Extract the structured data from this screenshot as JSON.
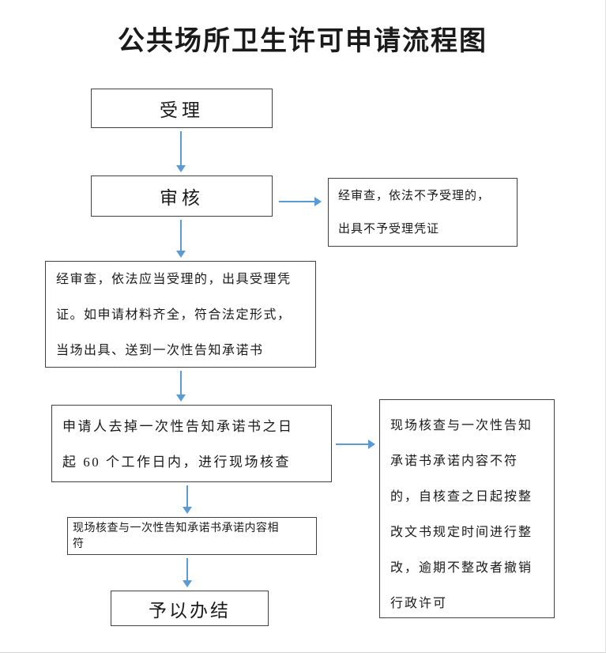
{
  "title": "公共场所卫生许可申请流程图",
  "colors": {
    "arrow": "#5b9bd5",
    "box-border": "#404040",
    "text": "#1a1a1a"
  },
  "nodes": {
    "accept": "受理",
    "review": "审核",
    "reject_note": "经审查，依法不予受理的，\n出具不予受理凭证",
    "accept_note": "经审查，依法应当受理的，出具受理凭\n证。如申请材料齐全，符合法定形式，\n当场出具、送到一次性告知承诺书",
    "onsite_check": "申请人去掉一次性告知承诺书之日\n起 60 个工作日内，进行现场核查",
    "nonconform_note": "现场核查与一次性告知\n承诺书承诺内容不符\n的，自核查之日起按整\n改文书规定时间进行整\n改，逾期不整改者撤销\n行政许可",
    "conform": "现场核查与一次性告知承诺书承诺内容相\n符",
    "complete": "予以办结"
  }
}
